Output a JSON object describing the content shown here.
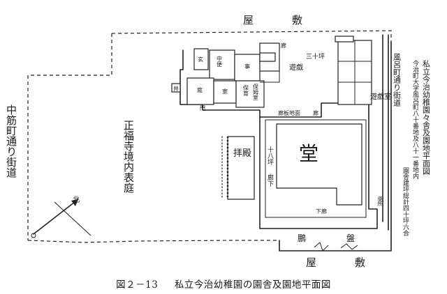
{
  "labels": {
    "top_road_1": "屋",
    "top_road_2": "敷",
    "bottom_road_1": "屋",
    "bottom_road_2": "敷",
    "bottom_ink_a": "鵬",
    "bottom_ink_b": "盤",
    "left_street": "中筋町通り街道",
    "temple_grounds": "正福寺境内表庭",
    "worship_hall": "拝殿",
    "main_hall": "堂",
    "main_hall_side": "十八坪",
    "main_hall_side_2": "廊下",
    "lower_corridor": "下廊",
    "corridor_top": "廊板地面",
    "corridor_top_2": "廊",
    "right_street": "風呂町通り街道",
    "right_note_1": "私立今治幼稚園々舎及園地平面図",
    "right_note_2": "今治町大字風呂町八十番地及八十一番地内",
    "right_note_3": "園舎建坪総計四十坪六合",
    "room_a": "玄",
    "room_b": "中便",
    "room_c": "事",
    "room_d": "保育",
    "room_e": "遊戯",
    "room_f": "庭",
    "room_g": "室",
    "room_h": "保姆室",
    "room_i": "三十坪",
    "room_j": "遊戯室",
    "room_k": "廊",
    "room_l": "井",
    "room_m": "門",
    "room_n": "便所",
    "compass": "北"
  },
  "caption": {
    "figure_no": "図２－13",
    "title": "私立今治幼稚園の園舎及園地平面図"
  }
}
